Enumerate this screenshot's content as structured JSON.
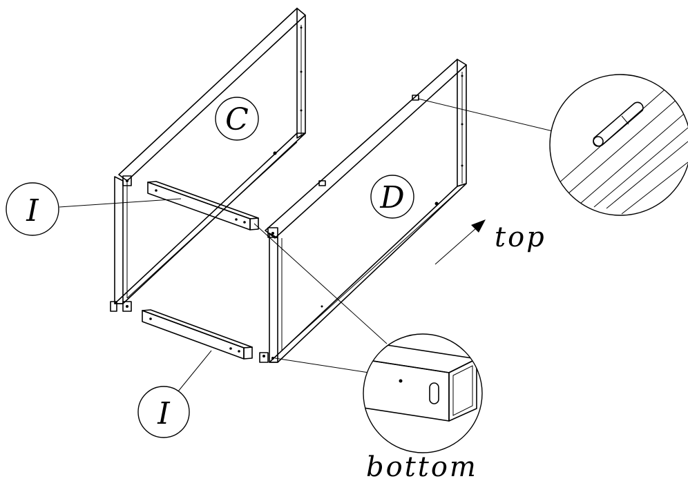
{
  "labels": {
    "frame_c": "C",
    "frame_d": "D",
    "beam_top": "I",
    "beam_bottom": "I",
    "direction_top": "top",
    "direction_bottom": "bottom"
  }
}
